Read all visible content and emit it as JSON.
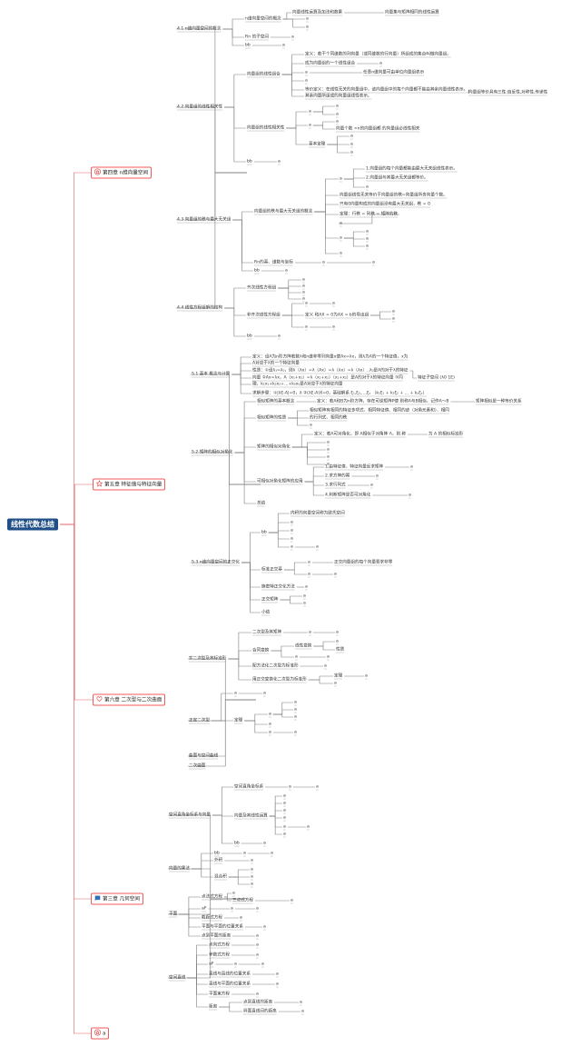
{
  "root": "线性代数总结",
  "chapters": [
    {
      "label": "第四章 n维向量空间",
      "icon": "home-icon"
    },
    {
      "label": "第五章 特征值与特征向量",
      "icon": "star-icon"
    },
    {
      "label": "第六章 二次型与二次曲面",
      "icon": "heart-icon"
    },
    {
      "label": "第三章 几何空间",
      "icon": "flag-icon"
    },
    {
      "label": "a",
      "icon": "home-icon"
    }
  ],
  "ch4": {
    "s1": "4.1 n维向量空间的概念",
    "s1_a": "n维向量空间的概念",
    "s1_a_1": "向量线性运算及加法和数乘",
    "s1_a_1_1": "向量集与矩阵相同的线性运算",
    "s1_a_2": "a",
    "s1_a_3": "a",
    "s1_b": "Rn 的子空间",
    "s1_b_1": "a",
    "s1_c": "bb",
    "s1_c_1": "a",
    "s2": "4.2 向量组的线性相关性",
    "s2_a": "向量组的线性组合",
    "s2_a_1": "定义：若干个同维数的列向量（或同维数的行向量）所组成的集合叫做向量组。",
    "s2_a_2": "成为向量组的一个线性组合",
    "s2_a_2_1": "a",
    "s2_a_3": "a",
    "s2_a_3_1": "任意n维向量可由单位向量组表示",
    "s2_a_4": "a",
    "s2_a_5": "等价定义：在线性无关的向量组中，该向量组中的每个向量都不能由其余向量线性表示。",
    "s2_a_5_b": "其余向量所组成的向量组线性表示。",
    "s2_a_5_1": "向量组等价具有三性:自反性,对称性,传递性",
    "s2_b": "向量组的线性相关性",
    "s2_b_1": "a",
    "s2_b_1_1": "a",
    "s2_b_1_2": "a",
    "s2_b_2": "a",
    "s2_b_2_1": "a",
    "s2_b_2_2": "向量个数 >n的向量组都 的向量组必线性相关",
    "s2_b_3": "基本定理",
    "s2_b_3_1": "a",
    "s2_b_3_2": "a",
    "s2_b_3_3": "a",
    "s2_c": "bb",
    "s2_c_1": "a",
    "s3": "4.3 向量组的秩与最大无关组",
    "s3_a": "向量组的秩与最大无关组的概念",
    "s3_a_1": "a",
    "s3_a_1_1": "1.向量组的每个向量都能由最大无关组线性表示。",
    "s3_a_1_2": "2.向量组与其最大无关组都等价。",
    "s3_a_1_3": "a",
    "s3_a_2": "向量组线性无关等价于向量组的秩=向量组所含向量个数。",
    "s3_a_3": "只有0向量构成的向量组没有最大无关组，秩 = 0",
    "s3_a_4": "定理：行秩 = 列秩 = 矩阵的秩",
    "s3_a_4_1": "a",
    "s3_a_5": "a",
    "s3_a_5_1": "a",
    "s3_a_5_2": "a",
    "s3_a_5_3": "a",
    "s3_a_6": "a",
    "s3_b": "Rn的基、维数与坐标",
    "s3_b_1": "a",
    "s3_b_1_1": "a",
    "s3_c": "bb",
    "s3_c_1": "a",
    "s4": "4.4 线性方程组解的结构",
    "s4_a": "齐次线性方程组",
    "s4_a_1": "a",
    "s4_a_2": "a",
    "s4_a_3": "a",
    "s4_a_4": "a",
    "s4_b": "非齐次线性方程组",
    "s4_b_1": "a",
    "s4_b_1_1": "a",
    "s4_b_2": "定义 和AX = 0为AX = b的导出组",
    "s4_b_2_1": "a",
    "s4_b_2_2": "a",
    "s4_b_3": "a",
    "s4_b_3_1": "a",
    "s4_c": "bb",
    "s4_c_1": "a"
  },
  "ch5": {
    "s1": "5.1 基本 概念与计算",
    "s1_1": "定义：设A为n阶方阵若数λ和n维非零列向量x使Ax=λx，则λ为A的一个特征值，x为",
    "s1_1b": "A对应于λ的一个特征向量",
    "s1_2": "性质：①设λ₁=λ₀，则λ（λx）=λ（Ax）=λ（λx）=λ（λx）..λ₀是A的对于λ的特征",
    "s1_2b": "向量 ②Ax=λx，A（x₁+x₂）=λ（x₁+x₂）（x₁+x₂）是A的对于λ的特征向量 ③同",
    "s1_2c": "理，k₁x₁+k₂x₂+...+k₀x₀是A对应于λ的特征向量",
    "s1_2_1": "特征子空间 (λ0 1E)",
    "s1_3": "求解步骤：①|λE-A|=0，λ ②(λE-A)X=0，基础解系 ξ₁,ξ₂,...,ξₛ （k₁ξ₁ + k₂ξ₂ + ... + kₛξₛ）",
    "s2": "5.2 矩阵的相似对角化",
    "s2_a": "相似矩阵的基本概念",
    "s2_a_1": "定义：若A和B为n阶方阵，存在可逆矩阵P使 则称A与B相似，记作A～B",
    "s2_a_1_1": "矩阵相似是一种等价关系",
    "s2_b": "相似矩阵的性质",
    "s2_b_1": "相似矩阵有相同的特征多项式、相同特征值、相同的迹（对角元素和）、相同",
    "s2_b_1b": "的行列式、相同的秩",
    "s2_b_2": "a",
    "s2_c": "矩阵的相似对角化",
    "s2_c_1": "定义：若A可对角化，即 A相似于对角阵 Λ，则 称",
    "s2_c_1_1": "为 A 的相似标准形",
    "s2_c_2": "a",
    "s2_c_3": "a",
    "s2_c_4": "a",
    "s2_c_5": "a",
    "s2_d": "可相似对角化矩阵的应用",
    "s2_d_1": "1.由特征值、特征向量反求矩阵",
    "s2_d_1_1": "a",
    "s2_d_2": "2.求方阵的幂",
    "s2_d_2_1": "a",
    "s2_d_3": "3.求行列式",
    "s2_d_3_1": "a",
    "s2_d_4": "4.判断矩阵是否可对角化",
    "s2_d_4_1": "a",
    "s2_e": "总结",
    "s3": "5.3 n维向量空间的正交化",
    "s3_a": "bb",
    "s3_a_1": "内积的向量空间称为欧氏空间",
    "s3_a_2": "a",
    "s3_a_3": "a",
    "s3_a_4": "a",
    "s3_a_5": "a",
    "s3_a_5_1": "a",
    "s3_b": "标准正交基",
    "s3_b_1": "a",
    "s3_b_1_1": "正交向量组的每个向量要求非零",
    "s3_b_2": "a",
    "s3_b_2_1": "a",
    "s3_c": "施密特正交化方法",
    "s3_c_1": "a",
    "s3_d": "正交矩阵",
    "s3_d_1": "a",
    "s3_d_2": "a",
    "s3_e": "小结"
  },
  "ch6": {
    "s1": "实二次型及其标准形",
    "s1_a": "二次型及其矩阵",
    "s1_a_1": "a",
    "s1_a_1_1": "a",
    "s1_b": "合同变换",
    "s1_b_1": "线性变换",
    "s1_b_1_1": "a",
    "s1_b_1_2": "性质",
    "s1_b_2": "a",
    "s1_b_2_1": "a",
    "s1_c": "配方法化二次型为标准形",
    "s1_c_1": "a",
    "s1_d": "用正交变换化二次型为标准形",
    "s1_d_1": "定理",
    "s1_d_1_1": "a",
    "s1_d_2": "a",
    "s2": "正定二次型",
    "s2_a": "a",
    "s2_a_1": "a",
    "s2_b": "定理",
    "s2_b_1": "a",
    "s2_b_1_1": "a",
    "s2_b_1_2": "a",
    "s2_b_1_3": "a",
    "s2_b_2": "a",
    "s2_b_3": "a",
    "s2_b_3_1": "a",
    "s3": "曲面与空间曲线",
    "s4": "二次曲面"
  },
  "ch3": {
    "s1": "空间直角坐标系与向量",
    "s1_a": "空间直角坐标系",
    "s1_a_1": "a",
    "s1_a_1_1": "a",
    "s1_b": "向量及其线性运算",
    "s1_b_1": "a",
    "s1_b_2": "a",
    "s1_b_3": "a",
    "s1_b_4": "a",
    "s1_b_5": "a",
    "s1_b_5_1": "a",
    "s1_b_6": "a",
    "s1_c": "bb",
    "s1_c_1": "a",
    "s2": "向量的乘法",
    "s2_a": "bb",
    "s2_a_1": "a",
    "s2_a_1_1": "a",
    "s2_b": "外积",
    "s2_b_1": "a",
    "s2_c": "混合积",
    "s2_c_1": "a",
    "s2_c_2": "a",
    "s2_c_3": "a",
    "s3": "平面",
    "s3_a": "点法式方程",
    "s3_a_1": "a",
    "s3_a_2": "三点式方程",
    "s3_a_2_1": "a",
    "s3_b": "aF",
    "s3_b_1": "a",
    "s3_b_1_1": "a",
    "s3_c": "截距式方程",
    "s3_c_1": "a",
    "s3_d": "平面与平面的位置关系",
    "s3_d_1": "a",
    "s3_e": "点到平面的距离",
    "s3_e_1": "a",
    "s4": "空间直线",
    "s4_a": "点向式方程",
    "s4_a_1": "a",
    "s4_b": "参数式方程",
    "s4_b_1": "a",
    "s4_c": "aF",
    "s4_c_1": "a",
    "s4_c_1_1": "a",
    "s4_d": "直线与直线的位置关系",
    "s4_d_1": "a",
    "s4_e": "直线与平面的位置关系",
    "s4_e_1": "a",
    "s4_f": "平面束方程",
    "s4_f_1": "a",
    "s4_g": "距离",
    "s4_g_1": "点到直线的距离",
    "s4_g_1_1": "a",
    "s4_g_2": "异面直线间的距离",
    "s4_g_2_1": "a"
  }
}
